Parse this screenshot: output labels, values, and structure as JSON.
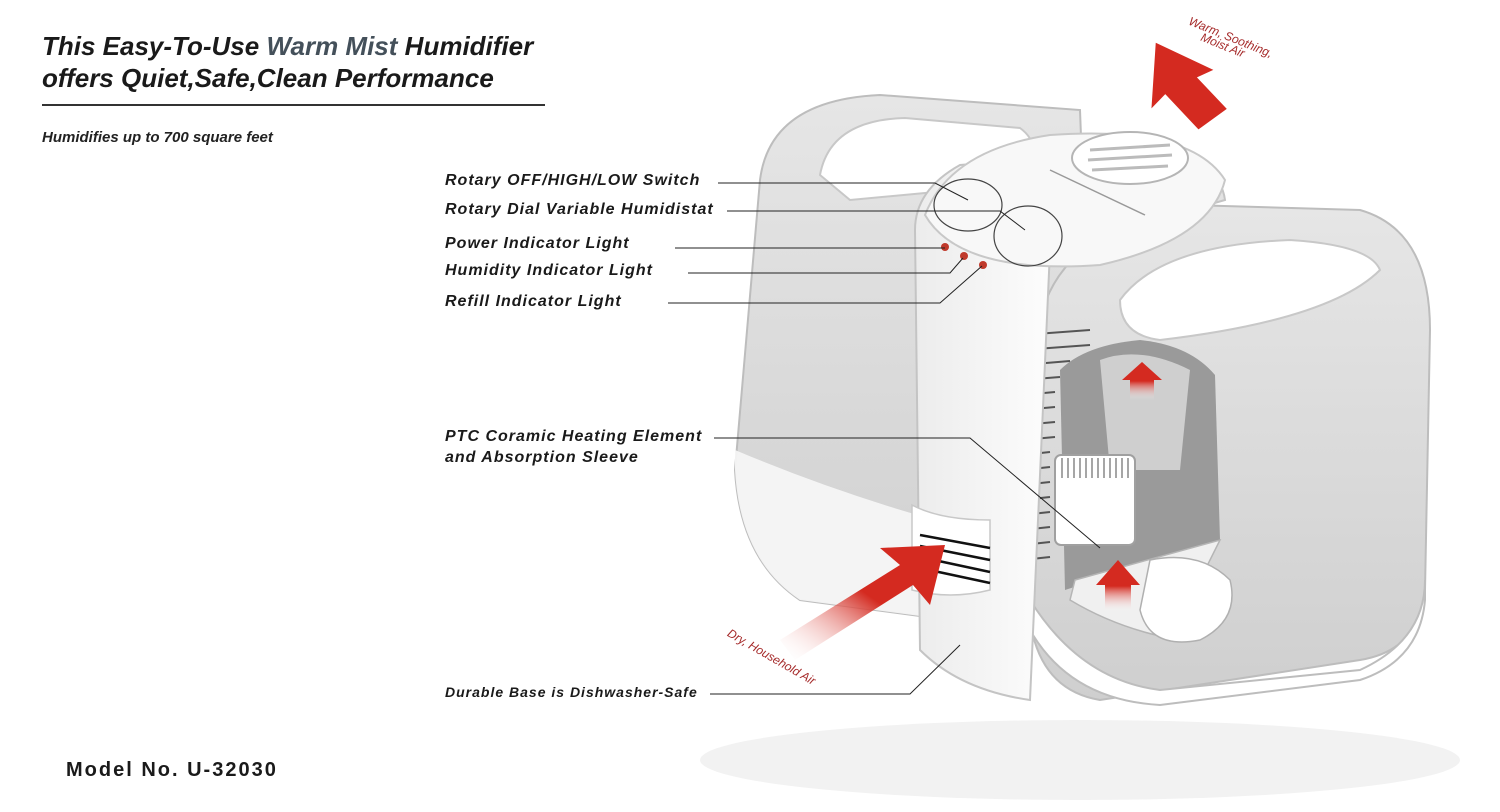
{
  "header": {
    "title_part1": "This Easy-To-Use ",
    "title_accent": "Warm Mist",
    "title_part2": " Humidifier",
    "title_line2": "offers Quiet,Safe,Clean Performance",
    "subtitle": "Humidifies up to 700 square feet"
  },
  "callouts": {
    "switch": "Rotary OFF/HIGH/LOW Switch",
    "humidistat": "Rotary Dial Variable Humidistat",
    "power_light": "Power Indicator Light",
    "humidity_light": "Humidity Indicator Light",
    "refill_light": "Refill Indicator Light",
    "heating_line1": "PTC Coramic Heating Element",
    "heating_line2": "and Absorption Sleeve",
    "base": "Durable Base is Dishwasher-Safe"
  },
  "airflow": {
    "out_line1": "Warm, Soothing,",
    "out_line2": "Moist Air",
    "in_label": "Dry, Household Air"
  },
  "footer": {
    "model": "Model No. U-32030"
  },
  "colors": {
    "arrow_red": "#d42a20",
    "indicator": "#c0392b",
    "flow_text": "#a52a2a"
  }
}
